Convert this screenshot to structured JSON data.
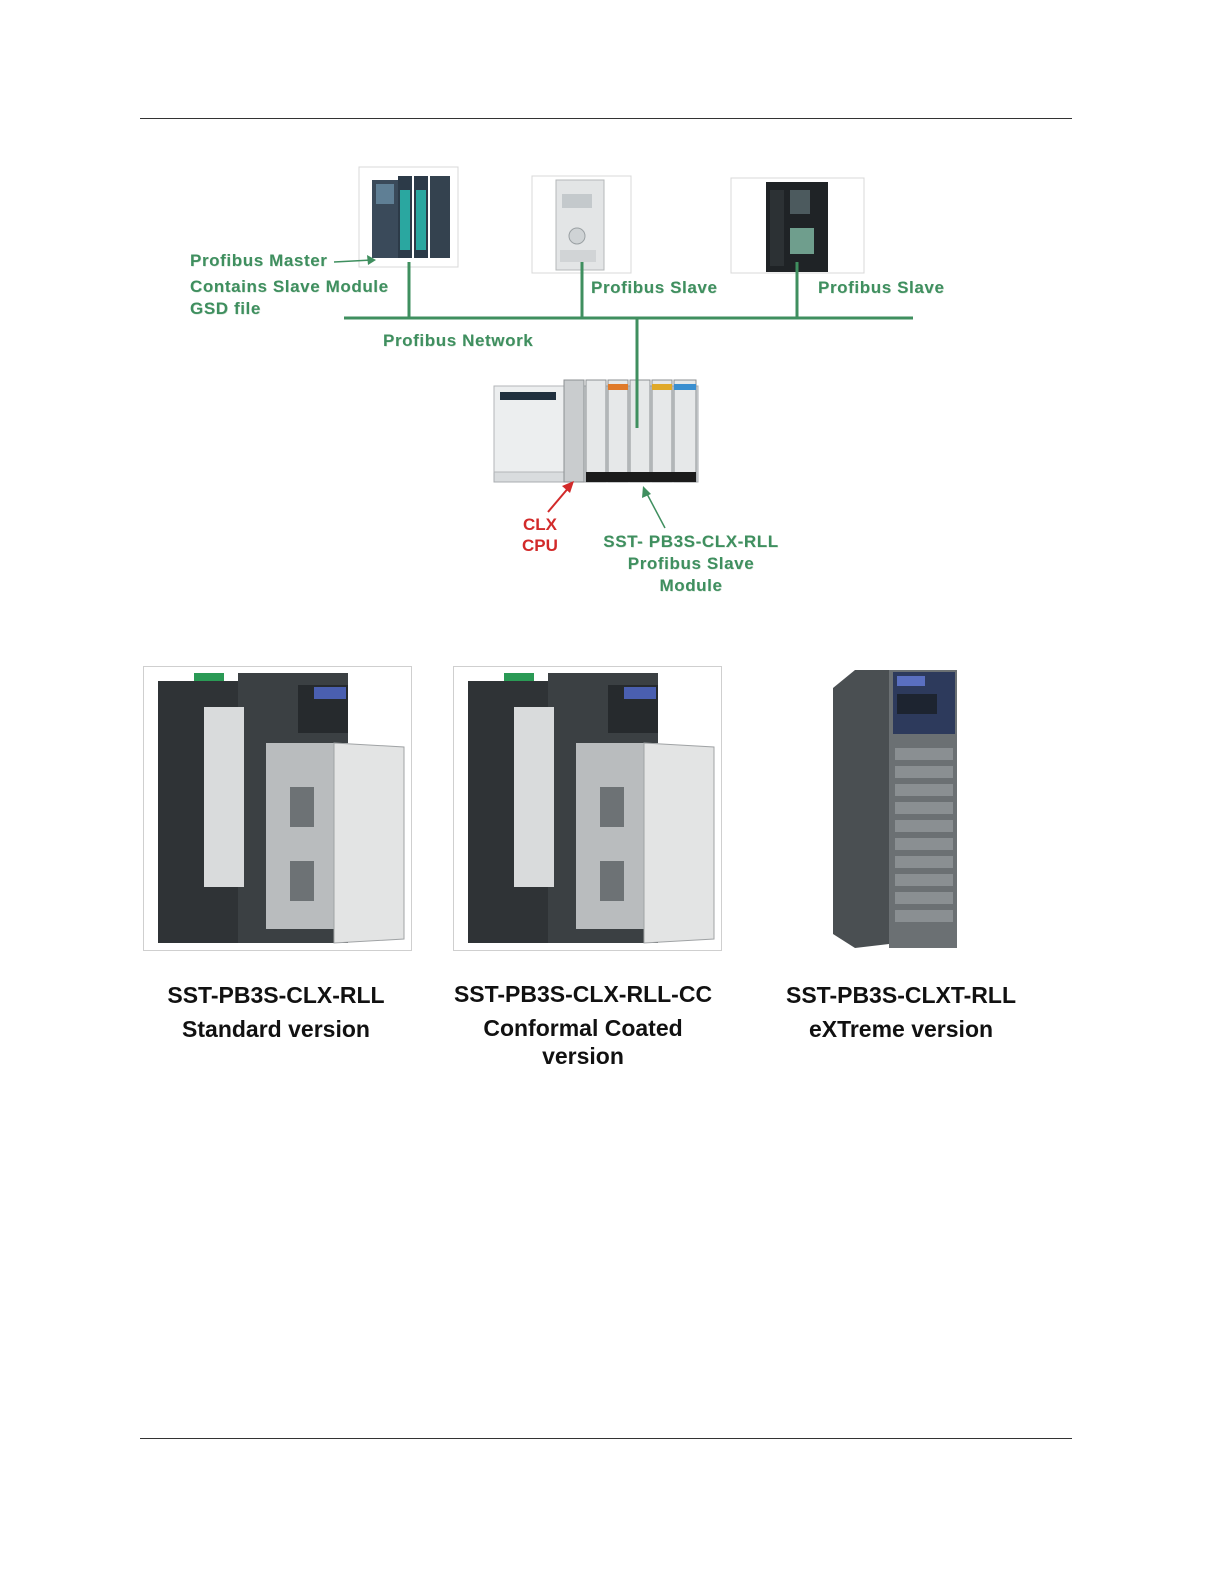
{
  "diagram": {
    "master_label": "Profibus Master",
    "master_note_line1": "Contains Slave Module",
    "master_note_line2": "GSD file",
    "slave1_label": "Profibus Slave",
    "slave2_label": "Profibus Slave",
    "network_label": "Profibus Network",
    "clx_line1": "CLX",
    "clx_line2": "CPU",
    "module_line1": "SST- PB3S-CLX-RLL",
    "module_line2": "Profibus Slave",
    "module_line3": "Module"
  },
  "products": [
    {
      "model": "SST-PB3S-CLX-RLL",
      "desc": "Standard version"
    },
    {
      "model": "SST-PB3S-CLX-RLL-CC",
      "desc": "Conformal Coated",
      "desc2": "version"
    },
    {
      "model": "SST-PB3S-CLXT-RLL",
      "desc": "eXTreme version"
    }
  ],
  "colors": {
    "network_line": "#3f8f5f",
    "arrow_red": "#d22a2a",
    "caption_text": "#111111"
  }
}
